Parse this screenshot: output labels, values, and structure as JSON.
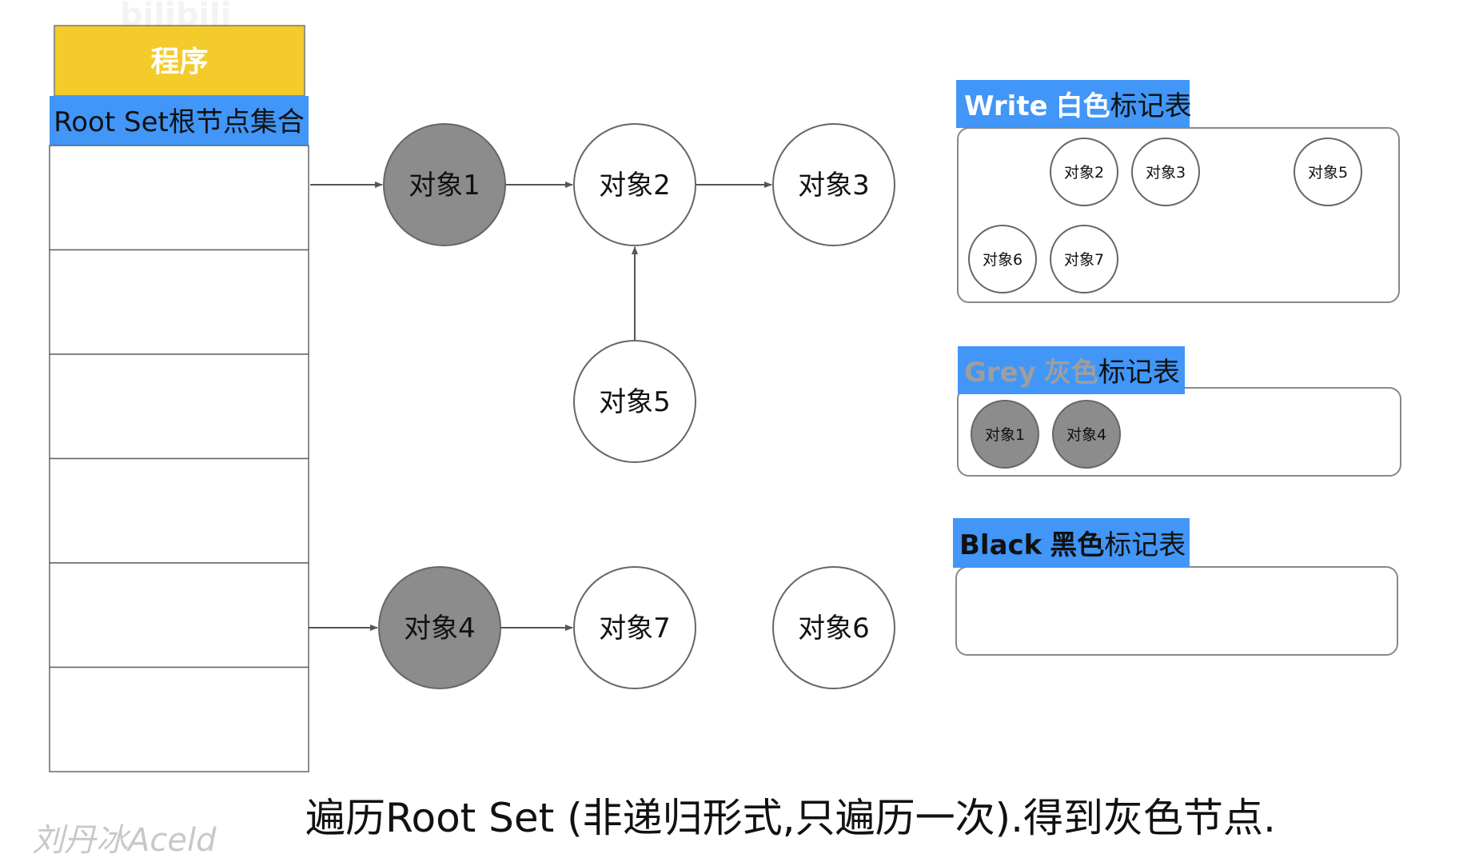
{
  "program": {
    "label": "程序",
    "color": "#f3cb2b"
  },
  "root_set": {
    "label": "Root Set根节点集合",
    "slots": 6
  },
  "colors": {
    "accent_blue": "#4196f7",
    "grey_fill": "#8c8c8c",
    "grey_title_text": "#9e9e9e",
    "white_fill": "#ffffff",
    "outline": "#666666",
    "arrow": "#555555"
  },
  "graph": {
    "nodes": [
      {
        "id": "obj1",
        "label": "对象1",
        "color": "grey"
      },
      {
        "id": "obj2",
        "label": "对象2",
        "color": "white"
      },
      {
        "id": "obj3",
        "label": "对象3",
        "color": "white"
      },
      {
        "id": "obj5",
        "label": "对象5",
        "color": "white"
      },
      {
        "id": "obj4",
        "label": "对象4",
        "color": "grey"
      },
      {
        "id": "obj7",
        "label": "对象7",
        "color": "white"
      },
      {
        "id": "obj6",
        "label": "对象6",
        "color": "white"
      }
    ],
    "edges": [
      {
        "from": "rootset-slot-1",
        "to": "obj1"
      },
      {
        "from": "obj1",
        "to": "obj2"
      },
      {
        "from": "obj2",
        "to": "obj3"
      },
      {
        "from": "obj5",
        "to": "obj2"
      },
      {
        "from": "rootset-slot-5",
        "to": "obj4"
      },
      {
        "from": "obj4",
        "to": "obj7"
      }
    ]
  },
  "tables": {
    "white": {
      "title_en": "Write",
      "title_zh_color": "白色",
      "title_suffix": "标记表",
      "items": [
        "对象2",
        "对象3",
        "对象5",
        "对象6",
        "对象7"
      ]
    },
    "grey": {
      "title_en": "Grey",
      "title_zh_color": "灰色",
      "title_suffix": "标记表",
      "items": [
        "对象1",
        "对象4"
      ]
    },
    "black": {
      "title_en": "Black",
      "title_zh_color": "黑色",
      "title_suffix": "标记表",
      "items": []
    }
  },
  "caption": "遍历Root Set (非递归形式,只遍历一次).得到灰色节点.",
  "watermarks": {
    "top_left": "bilibili",
    "bottom_left": "刘丹冰Aceld"
  }
}
